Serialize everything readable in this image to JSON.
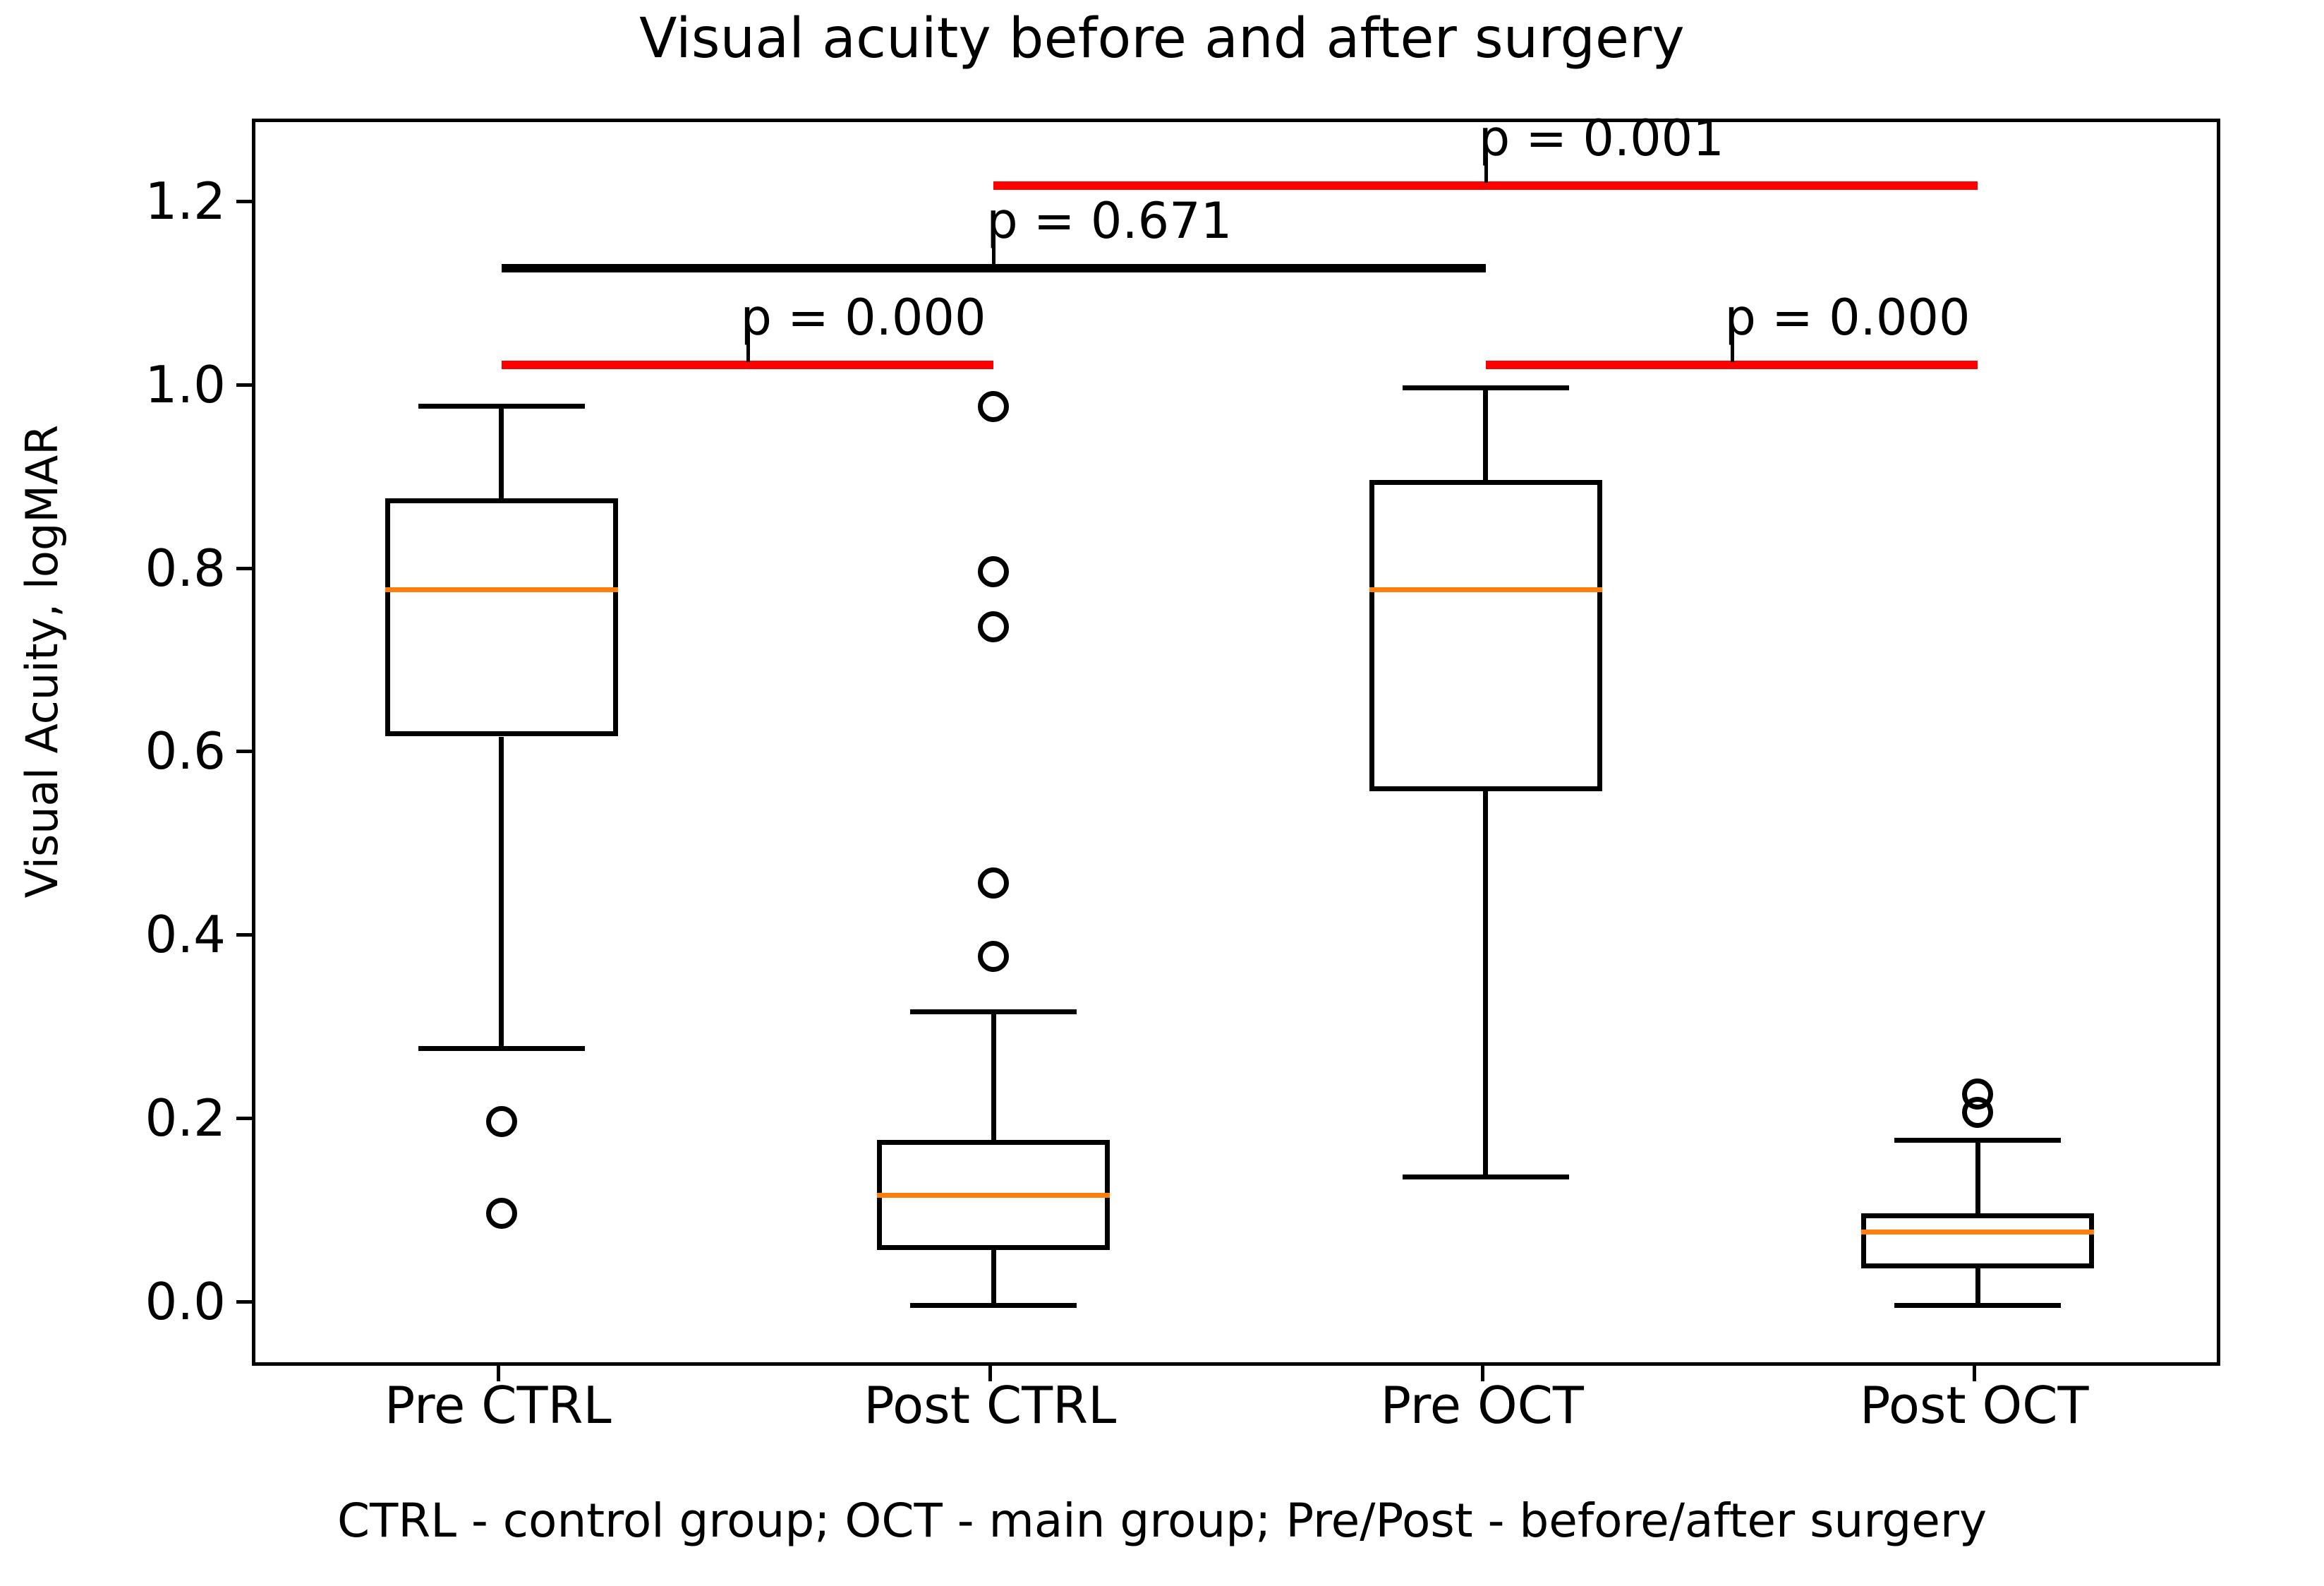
{
  "chart_data": {
    "type": "box",
    "title": "Visual acuity before and after surgery",
    "xlabel": "CTRL - control group; OCT - main group; Pre/Post - before/after surgery",
    "ylabel": "Visual Acuity, logMAR",
    "ylim": [
      -0.07,
      1.29
    ],
    "yticks": [
      0.0,
      0.2,
      0.4,
      0.6,
      0.8,
      1.0,
      1.2
    ],
    "ytick_labels": [
      "0.0",
      "0.2",
      "0.4",
      "0.6",
      "0.8",
      "1.0",
      "1.2"
    ],
    "grid": false,
    "legend": "none",
    "categories": [
      "Pre CTRL",
      "Post CTRL",
      "Pre OCT",
      "Post OCT"
    ],
    "median_color": "#ff7f0e",
    "box_color": "#000000",
    "boxes": [
      {
        "name": "Pre CTRL",
        "whisker_low": 0.28,
        "q1": 0.62,
        "median": 0.78,
        "q3": 0.88,
        "whisker_high": 0.98,
        "outliers": [
          0.2,
          0.1
        ]
      },
      {
        "name": "Post CTRL",
        "whisker_low": 0.0,
        "q1": 0.06,
        "median": 0.12,
        "q3": 0.18,
        "whisker_high": 0.32,
        "outliers": [
          0.98,
          0.8,
          0.74,
          0.46,
          0.38
        ]
      },
      {
        "name": "Pre OCT",
        "whisker_low": 0.14,
        "q1": 0.56,
        "median": 0.78,
        "q3": 0.9,
        "whisker_high": 1.0,
        "outliers": []
      },
      {
        "name": "Post OCT",
        "whisker_low": 0.0,
        "q1": 0.04,
        "median": 0.08,
        "q3": 0.1,
        "whisker_high": 0.18,
        "outliers": [
          0.23,
          0.21
        ]
      }
    ],
    "annotations": [
      {
        "label": "p = 0.001",
        "color": "#ff0000",
        "from": "Post CTRL",
        "to": "Post OCT",
        "y": 1.225
      },
      {
        "label": "p = 0.671",
        "color": "#000000",
        "from": "Pre CTRL",
        "to": "Pre OCT",
        "y": 1.135
      },
      {
        "label": "p = 0.000",
        "color": "#ff0000",
        "from": "Pre CTRL",
        "to": "Post CTRL",
        "y": 1.03
      },
      {
        "label": "p = 0.000",
        "color": "#ff0000",
        "from": "Pre OCT",
        "to": "Post OCT",
        "y": 1.03
      }
    ]
  }
}
